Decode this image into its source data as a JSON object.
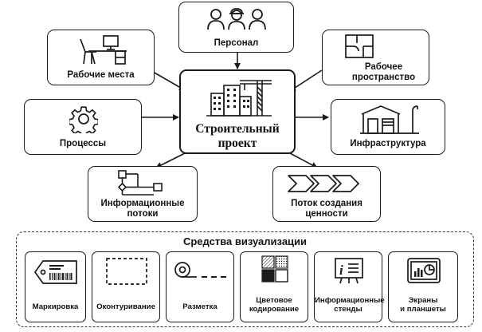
{
  "center": {
    "title_line1": "Строительный",
    "title_line2": "проект"
  },
  "nodes": {
    "workplaces": "Рабочие места",
    "personnel": "Персонал",
    "workspace_line1": "Рабочее",
    "workspace_line2": "пространство",
    "processes": "Процессы",
    "infrastructure": "Инфраструктура",
    "info_flows_line1": "Информационные",
    "info_flows_line2": "потоки",
    "value_stream_line1": "Поток создания",
    "value_stream_line2": "ценности"
  },
  "tools": {
    "title": "Средства визуализации",
    "items": [
      {
        "line1": "Маркировка",
        "line2": ""
      },
      {
        "line1": "Оконтуривание",
        "line2": ""
      },
      {
        "line1": "Разметка",
        "line2": ""
      },
      {
        "line1": "Цветовое",
        "line2": "кодирование"
      },
      {
        "line1": "Информационные",
        "line2": "стенды"
      },
      {
        "line1": "Экраны",
        "line2": "и планшеты"
      }
    ]
  },
  "icons": {
    "workplaces": "desk-computer-icon",
    "personnel": "workers-icon",
    "workspace": "floor-plan-icon",
    "processes": "gear-icon",
    "infrastructure": "warehouse-icon",
    "info_flows": "flowchart-icon",
    "value_stream": "chevron-arrows-icon",
    "center": "building-crane-icon"
  }
}
